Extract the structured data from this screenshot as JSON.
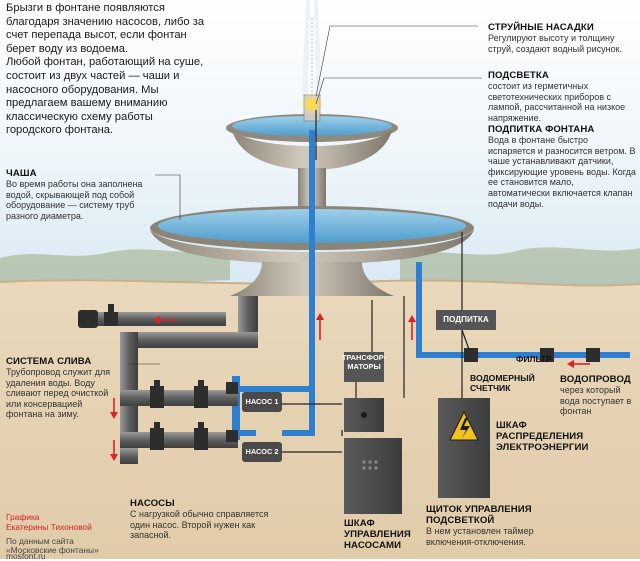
{
  "intro": {
    "p1": "Брызги в фонтане появляются благодаря значению насосов, либо за счет перепада высот, если фонтан берет воду из водоема.",
    "p2": "Любой фонтан, работающий на суше, состоит из двух частей — чаши и насосного оборудования. Мы предлагаем вашему вниманию классическую схему работы городского фонтана."
  },
  "nozzles": {
    "title": "СТРУЙНЫЕ НАСАДКИ",
    "text": "Регулируют высоту и толщину струй, создают водный рисунок."
  },
  "lighting": {
    "title": "ПОДСВЕТКА",
    "text": "состоит из герметичных светотехнических приборов с лампой, рассчитанной на низкое напряжение."
  },
  "feed": {
    "title": "ПОДПИТКА ФОНТАНА",
    "text": "Вода в фонтане быстро испаряется и разносится ветром. В чаше устанавливают датчики, фиксирующие уровень воды. Когда ее становится мало, автоматически включается клапан подачи воды."
  },
  "bowl": {
    "title": "ЧАША",
    "text": "Во время работы она заполнена водой, скрывающей под собой оборудование — систему труб разного диаметра."
  },
  "drain": {
    "title": "СИСТЕМА СЛИВА",
    "text": "Трубопровод служит для удаления воды. Воду сливают перед очисткой или консервацией фонтана на зиму."
  },
  "pumps": {
    "title": "НАСОСЫ",
    "text": "С нагрузкой обычно справляется один насос. Второй нужен как запасной."
  },
  "pump_cabinet": {
    "title": "ШКАФ УПРАВЛЕНИЯ НАСОСАМИ"
  },
  "light_panel": {
    "title": "ЩИТОК УПРАВЛЕНИЯ ПОДСВЕТКОЙ",
    "text": "В нем установлен таймер включения-отключения."
  },
  "power_cabinet": {
    "title": "ШКАФ РАСПРЕДЕЛЕНИЯ ЭЛЕКТРОЭНЕРГИИ"
  },
  "water_supply": {
    "title": "ВОДОПРОВОД",
    "text": "через который вода поступает в фонтан"
  },
  "labels": {
    "feed_box": "ПОДПИТКА",
    "transformers": "ТРАНСФОР-МАТОРЫ",
    "pump1": "НАСОС 1",
    "pump2": "НАСОС 2",
    "filter": "ФИЛЬТР",
    "meter": "ВОДОМЕРНЫЙ СЧЕТЧИК"
  },
  "credits": {
    "graphic": "Графика",
    "author": "Екатерины Тихоновой",
    "source1": "По данным сайта",
    "source2": "«Московские фонтаны»",
    "source3": "mosfont.ru"
  },
  "colors": {
    "pipe_blue": "#2f7fd0",
    "pipe_gray": "#6b6b6b",
    "ground": "#e6d3b4",
    "sky": "#cfe3ef",
    "cabinet": "#4d4d4d",
    "accent_red": "#d8232a",
    "warning_yellow": "#f2c31b"
  }
}
